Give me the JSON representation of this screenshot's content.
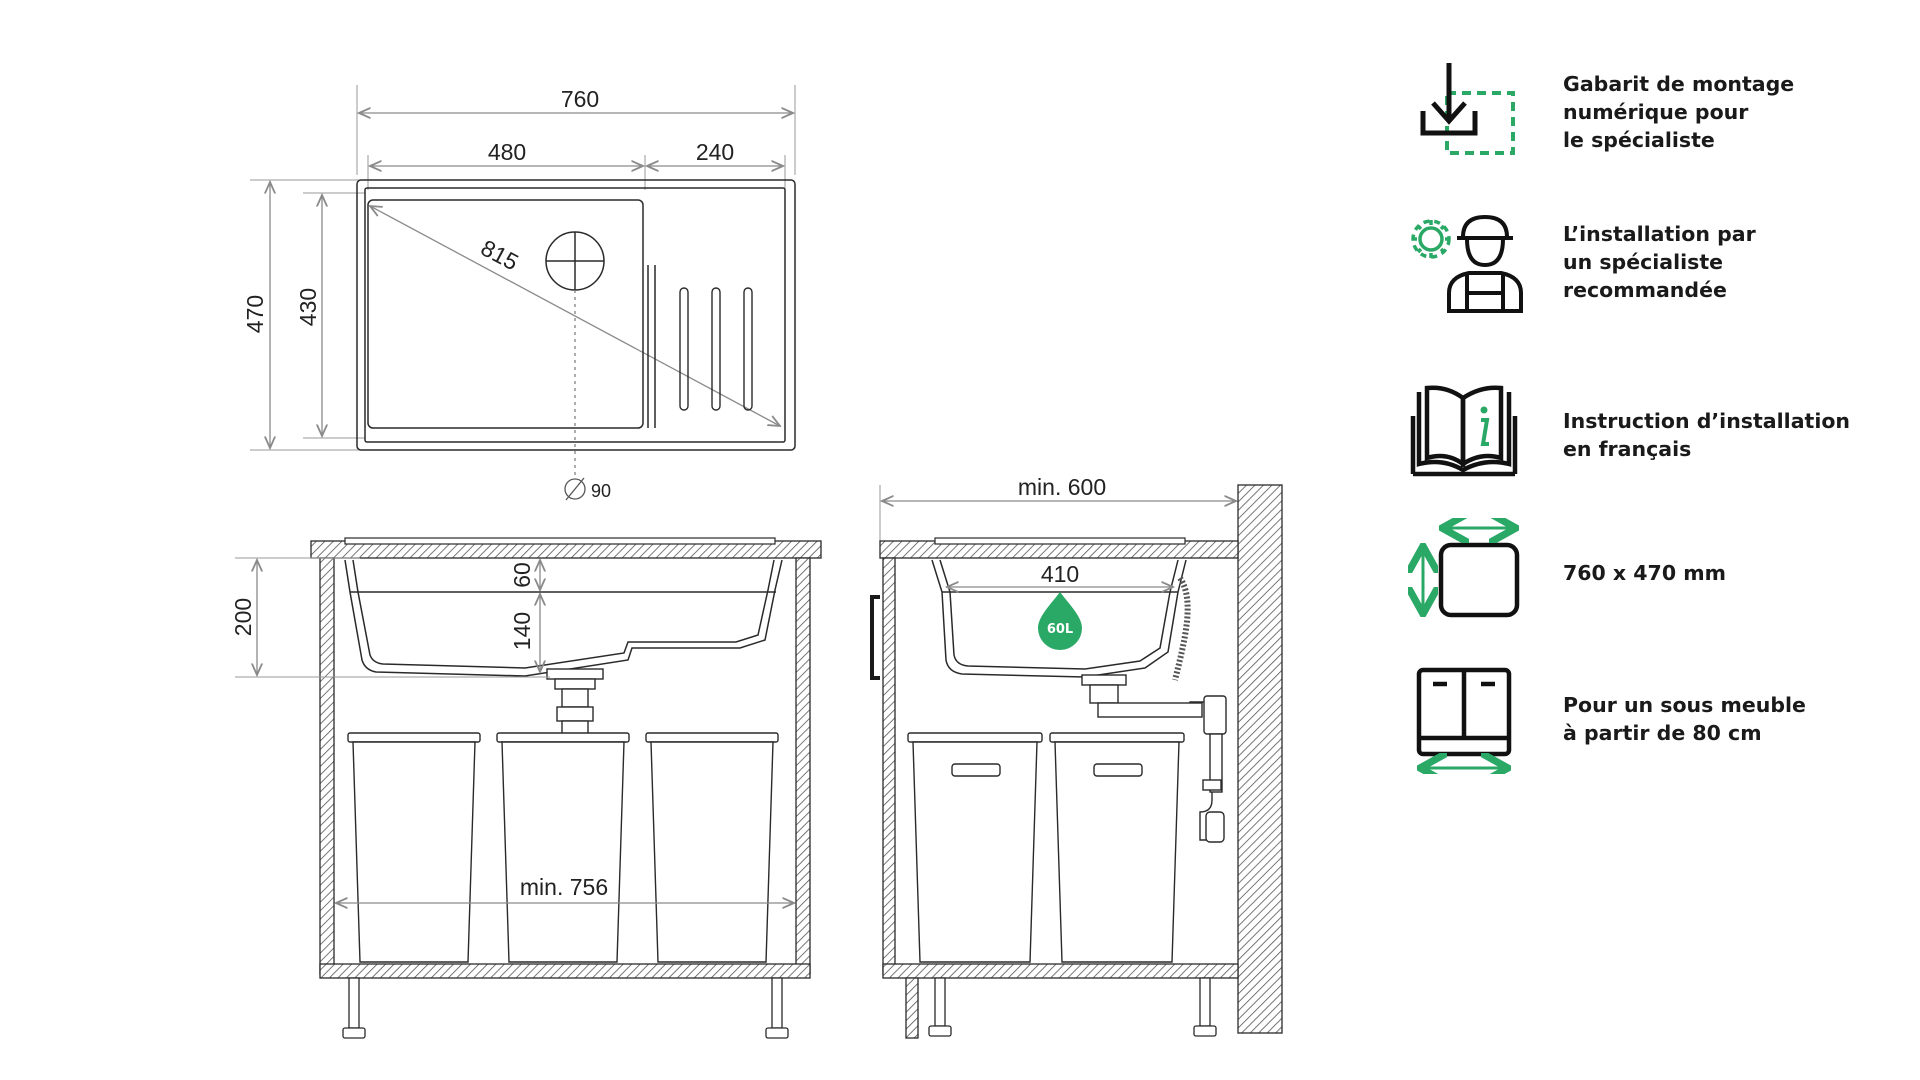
{
  "colors": {
    "line": "#2a2a2a",
    "dim": "#8a8a8a",
    "accent": "#2aa866",
    "bg": "#ffffff"
  },
  "top_view": {
    "dim_overall_width": "760",
    "dim_bowl_width": "480",
    "dim_drainer_width": "240",
    "dim_diagonal": "815",
    "dim_overall_depth": "470",
    "dim_bowl_depth": "430",
    "dim_drain_diameter": "90"
  },
  "front_view": {
    "dim_depth_total": "200",
    "dim_upper": "60",
    "dim_lower": "140",
    "dim_min_cabinet": "min. 756"
  },
  "side_view": {
    "dim_min_depth": "min. 600",
    "dim_inner": "410",
    "capacity_badge": "60L"
  },
  "features": [
    {
      "icon": "download-template-icon",
      "text": "Gabarit de montage\nnumérique pour\nle spécialiste"
    },
    {
      "icon": "installer-gear-icon",
      "text": "L’installation par\nun spécialiste\nrecommandée"
    },
    {
      "icon": "manual-book-info-icon",
      "text": "Instruction d’installation\nen français"
    },
    {
      "icon": "size-square-arrows-icon",
      "text": "760 x 470 mm"
    },
    {
      "icon": "cabinet-width-icon",
      "text": "Pour un sous meuble\nà partir de 80 cm"
    }
  ]
}
